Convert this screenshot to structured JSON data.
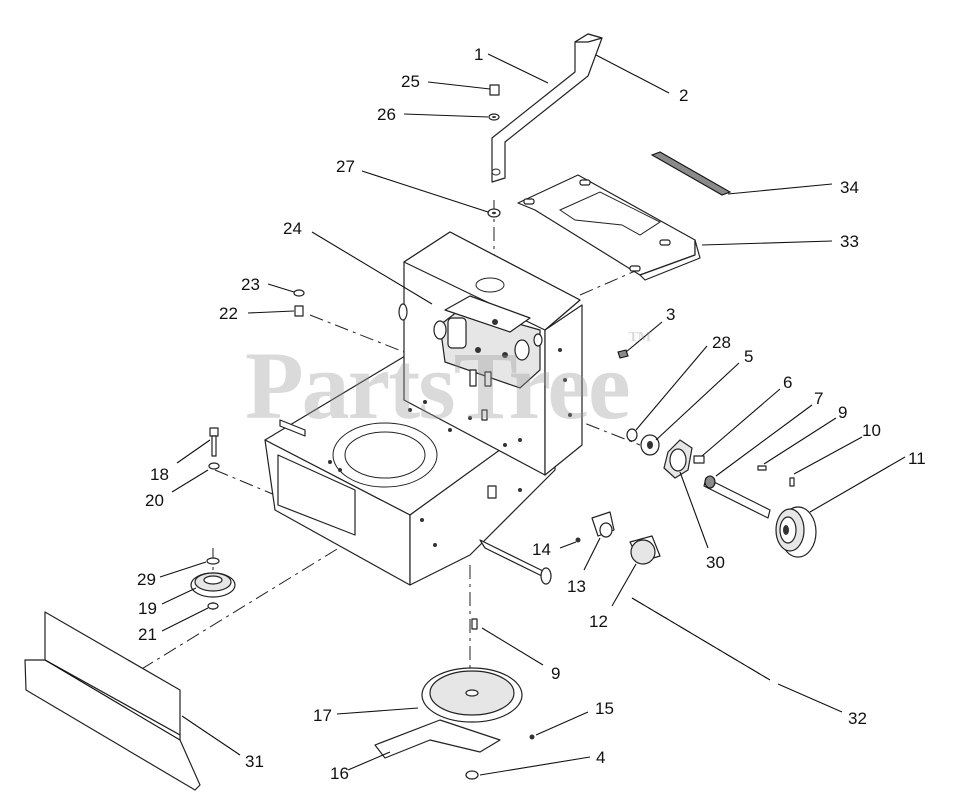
{
  "watermark": {
    "text": "PartsTree",
    "mark": "TM"
  },
  "callouts": [
    {
      "id": "c1",
      "label": "1"
    },
    {
      "id": "c2",
      "label": "2"
    },
    {
      "id": "c3",
      "label": "3"
    },
    {
      "id": "c4",
      "label": "4"
    },
    {
      "id": "c5",
      "label": "5"
    },
    {
      "id": "c6",
      "label": "6"
    },
    {
      "id": "c7",
      "label": "7"
    },
    {
      "id": "c9a",
      "label": "9"
    },
    {
      "id": "c9b",
      "label": "9"
    },
    {
      "id": "c10",
      "label": "10"
    },
    {
      "id": "c11",
      "label": "11"
    },
    {
      "id": "c12",
      "label": "12"
    },
    {
      "id": "c13",
      "label": "13"
    },
    {
      "id": "c14",
      "label": "14"
    },
    {
      "id": "c15",
      "label": "15"
    },
    {
      "id": "c16",
      "label": "16"
    },
    {
      "id": "c17",
      "label": "17"
    },
    {
      "id": "c18",
      "label": "18"
    },
    {
      "id": "c19",
      "label": "19"
    },
    {
      "id": "c20",
      "label": "20"
    },
    {
      "id": "c21",
      "label": "21"
    },
    {
      "id": "c22",
      "label": "22"
    },
    {
      "id": "c23",
      "label": "23"
    },
    {
      "id": "c24",
      "label": "24"
    },
    {
      "id": "c25",
      "label": "25"
    },
    {
      "id": "c26",
      "label": "26"
    },
    {
      "id": "c27",
      "label": "27"
    },
    {
      "id": "c28",
      "label": "28"
    },
    {
      "id": "c29",
      "label": "29"
    },
    {
      "id": "c30",
      "label": "30"
    },
    {
      "id": "c31",
      "label": "31"
    },
    {
      "id": "c32",
      "label": "32"
    },
    {
      "id": "c33",
      "label": "33"
    },
    {
      "id": "c34",
      "label": "34"
    }
  ]
}
